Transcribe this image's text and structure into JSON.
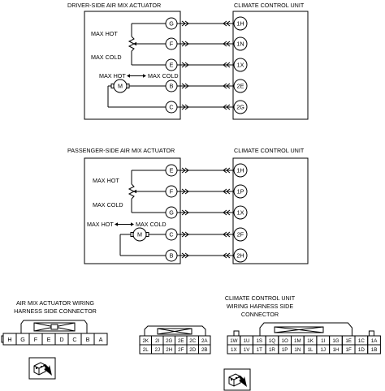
{
  "diagrams": [
    {
      "title": "DRIVER-SIDE AIR MIX ACTUATOR",
      "unit_title": "CLIMATE CONTROL UNIT",
      "pins": [
        {
          "actuator": "G",
          "unit": "1H"
        },
        {
          "actuator": "F",
          "unit": "1N"
        },
        {
          "actuator": "E",
          "unit": "1X"
        },
        {
          "actuator": "B",
          "unit": "2E"
        },
        {
          "actuator": "C",
          "unit": "2G"
        }
      ],
      "labels": {
        "max_hot": "MAX HOT",
        "max_cold": "MAX COLD",
        "motor_max_hot": "MAX HOT",
        "motor_max_cold": "MAX COLD",
        "motor": "M"
      }
    },
    {
      "title": "PASSENGER-SIDE AIR MIX ACTUATOR",
      "unit_title": "CLIMATE CONTROL UNIT",
      "pins": [
        {
          "actuator": "E",
          "unit": "1H"
        },
        {
          "actuator": "F",
          "unit": "1P"
        },
        {
          "actuator": "G",
          "unit": "1X"
        },
        {
          "actuator": "C",
          "unit": "2F"
        },
        {
          "actuator": "B",
          "unit": "2H"
        }
      ],
      "labels": {
        "max_hot": "MAX HOT",
        "max_cold": "MAX COLD",
        "motor_max_hot": "MAX HOT",
        "motor_max_cold": "MAX COLD",
        "motor": "M"
      }
    }
  ],
  "actuator_connector": {
    "title_line1": "AIR MIX ACTUATOR WIRING",
    "title_line2": "HARNESS SIDE CONNECTOR",
    "cells": [
      "H",
      "G",
      "F",
      "E",
      "D",
      "C",
      "B",
      "A"
    ]
  },
  "unit_connector": {
    "title_line1": "CLIMATE CONTROL UNIT",
    "title_line2": "WIRING HARNESS SIDE",
    "title_line3": "CONNECTOR",
    "block2_rows": [
      [
        "2K",
        "2I",
        "2G",
        "2E",
        "2C",
        "2A"
      ],
      [
        "2L",
        "2J",
        "2H",
        "2F",
        "2D",
        "2B"
      ]
    ],
    "block1_rows": [
      [
        "1W",
        "1U",
        "1S",
        "1Q",
        "1O",
        "1M",
        "1K",
        "1I",
        "1G",
        "1E",
        "1C",
        "1A"
      ],
      [
        "1X",
        "1V",
        "1T",
        "1R",
        "1P",
        "1N",
        "1L",
        "1J",
        "1H",
        "1F",
        "1D",
        "1B"
      ]
    ]
  },
  "icons": [
    "connector-view-icon",
    "connector-view-icon"
  ]
}
